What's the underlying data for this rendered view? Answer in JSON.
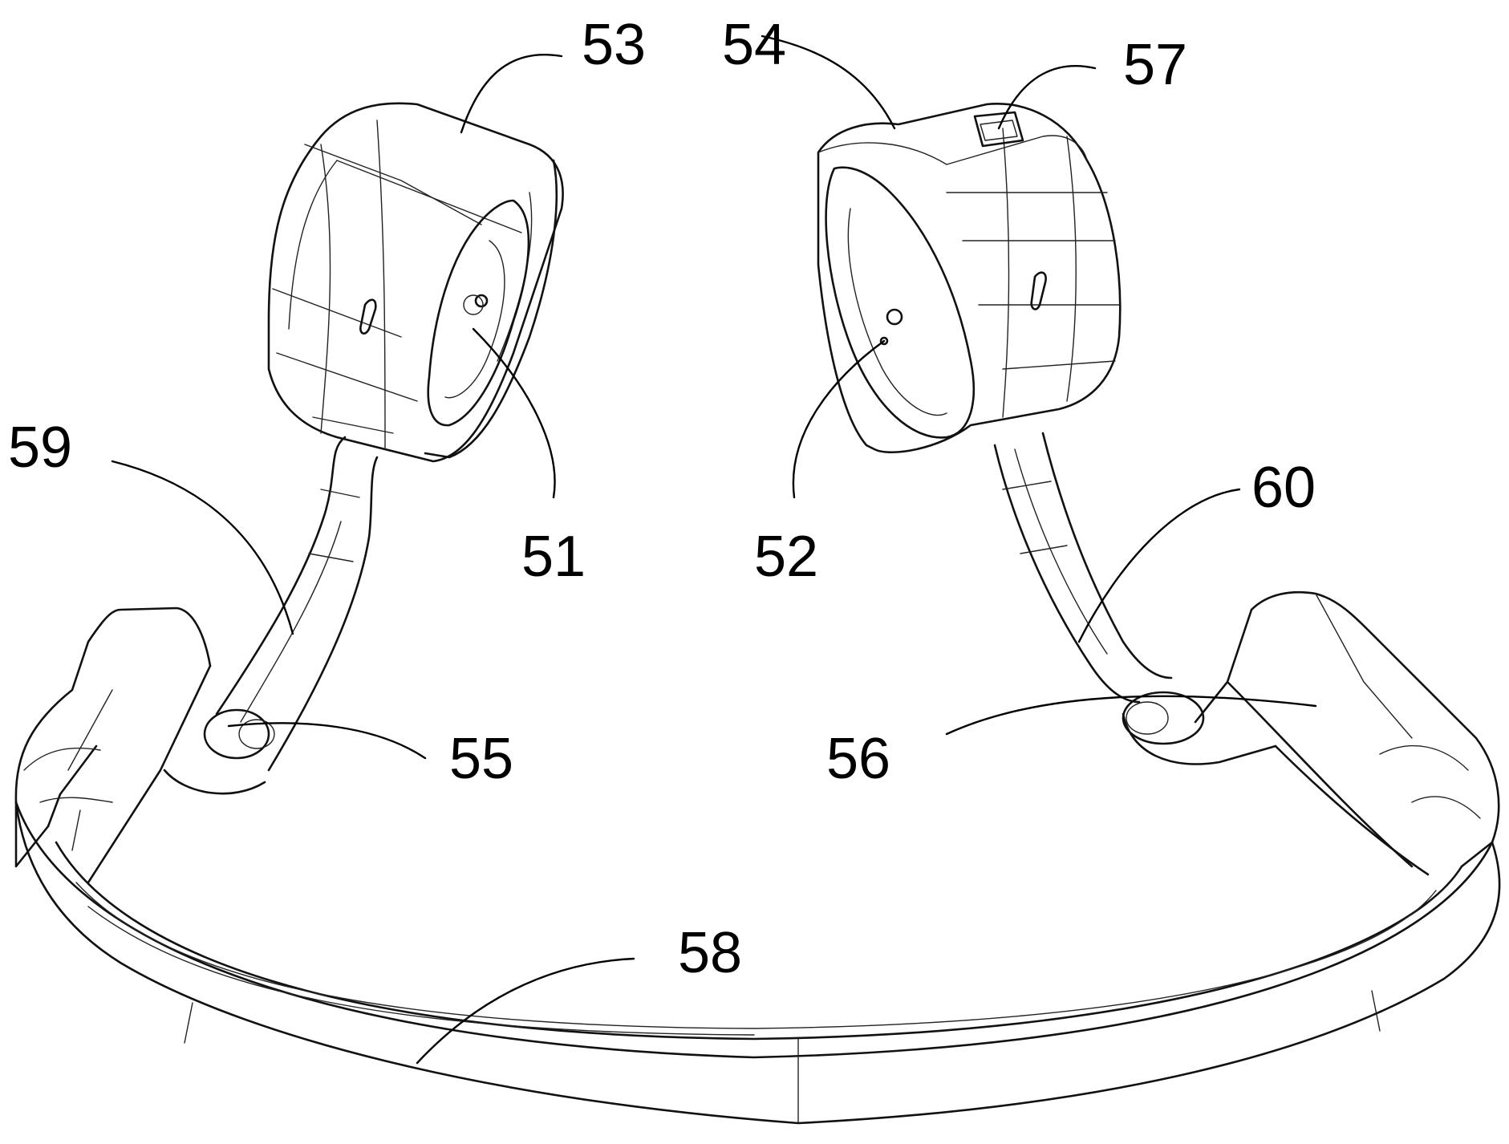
{
  "figure": {
    "labels": {
      "l51": "51",
      "l52": "52",
      "l53": "53",
      "l54": "54",
      "l55": "55",
      "l56": "56",
      "l57": "57",
      "l58": "58",
      "l59": "59",
      "l60": "60"
    }
  }
}
